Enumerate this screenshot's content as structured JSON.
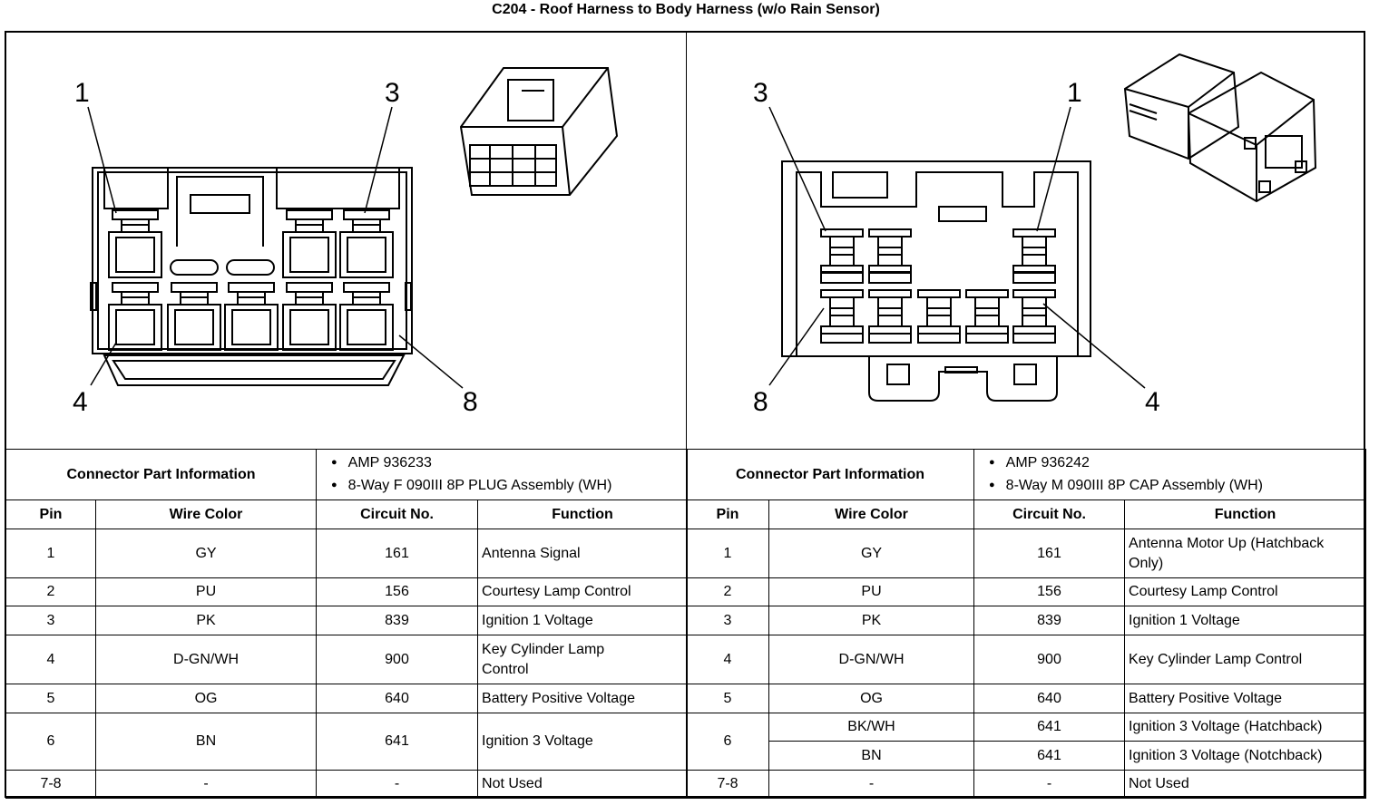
{
  "title": "C204 - Roof Harness to Body Harness (w/o Rain Sensor)",
  "left_diagram": {
    "labels": [
      "1",
      "3",
      "4",
      "8"
    ]
  },
  "right_diagram": {
    "labels": [
      "3",
      "1",
      "8",
      "4"
    ]
  },
  "left_table": {
    "cpi_label": "Connector Part Information",
    "cpi_items": [
      "AMP 936233",
      "8-Way F 090III 8P PLUG Assembly (WH)"
    ],
    "headers": [
      "Pin",
      "Wire Color",
      "Circuit No.",
      "Function"
    ],
    "rows": [
      {
        "pin": "1",
        "wire": "GY",
        "circuit": "161",
        "function": "Antenna Signal"
      },
      {
        "pin": "2",
        "wire": "PU",
        "circuit": "156",
        "function": "Courtesy Lamp Control"
      },
      {
        "pin": "3",
        "wire": "PK",
        "circuit": "839",
        "function": "Ignition 1 Voltage"
      },
      {
        "pin": "4",
        "wire": "D-GN/WH",
        "circuit": "900",
        "function": "Key Cylinder Lamp Control"
      },
      {
        "pin": "5",
        "wire": "OG",
        "circuit": "640",
        "function": "Battery Positive Voltage"
      },
      {
        "pin": "6",
        "wire": "BN",
        "circuit": "641",
        "function": "Ignition 3 Voltage"
      },
      {
        "pin": "7-8",
        "wire": "-",
        "circuit": "-",
        "function": "Not Used"
      }
    ]
  },
  "right_table": {
    "cpi_label": "Connector Part Information",
    "cpi_items": [
      "AMP 936242",
      "8-Way M 090III 8P CAP Assembly (WH)"
    ],
    "headers": [
      "Pin",
      "Wire Color",
      "Circuit No.",
      "Function"
    ],
    "rows": [
      {
        "pin": "1",
        "wire": "GY",
        "circuit": "161",
        "function": "Antenna Motor Up (Hatchback Only)"
      },
      {
        "pin": "2",
        "wire": "PU",
        "circuit": "156",
        "function": "Courtesy Lamp Control"
      },
      {
        "pin": "3",
        "wire": "PK",
        "circuit": "839",
        "function": "Ignition 1 Voltage"
      },
      {
        "pin": "4",
        "wire": "D-GN/WH",
        "circuit": "900",
        "function": "Key Cylinder Lamp Control"
      },
      {
        "pin": "5",
        "wire": "OG",
        "circuit": "640",
        "function": "Battery Positive Voltage"
      },
      {
        "pin": "6",
        "wire": "BK/WH",
        "circuit": "641",
        "function": "Ignition 3 Voltage (Hatchback)"
      },
      {
        "pin": "",
        "wire": "BN",
        "circuit": "641",
        "function": "Ignition 3 Voltage (Notchback)"
      },
      {
        "pin": "7-8",
        "wire": "-",
        "circuit": "-",
        "function": "Not Used"
      }
    ]
  }
}
